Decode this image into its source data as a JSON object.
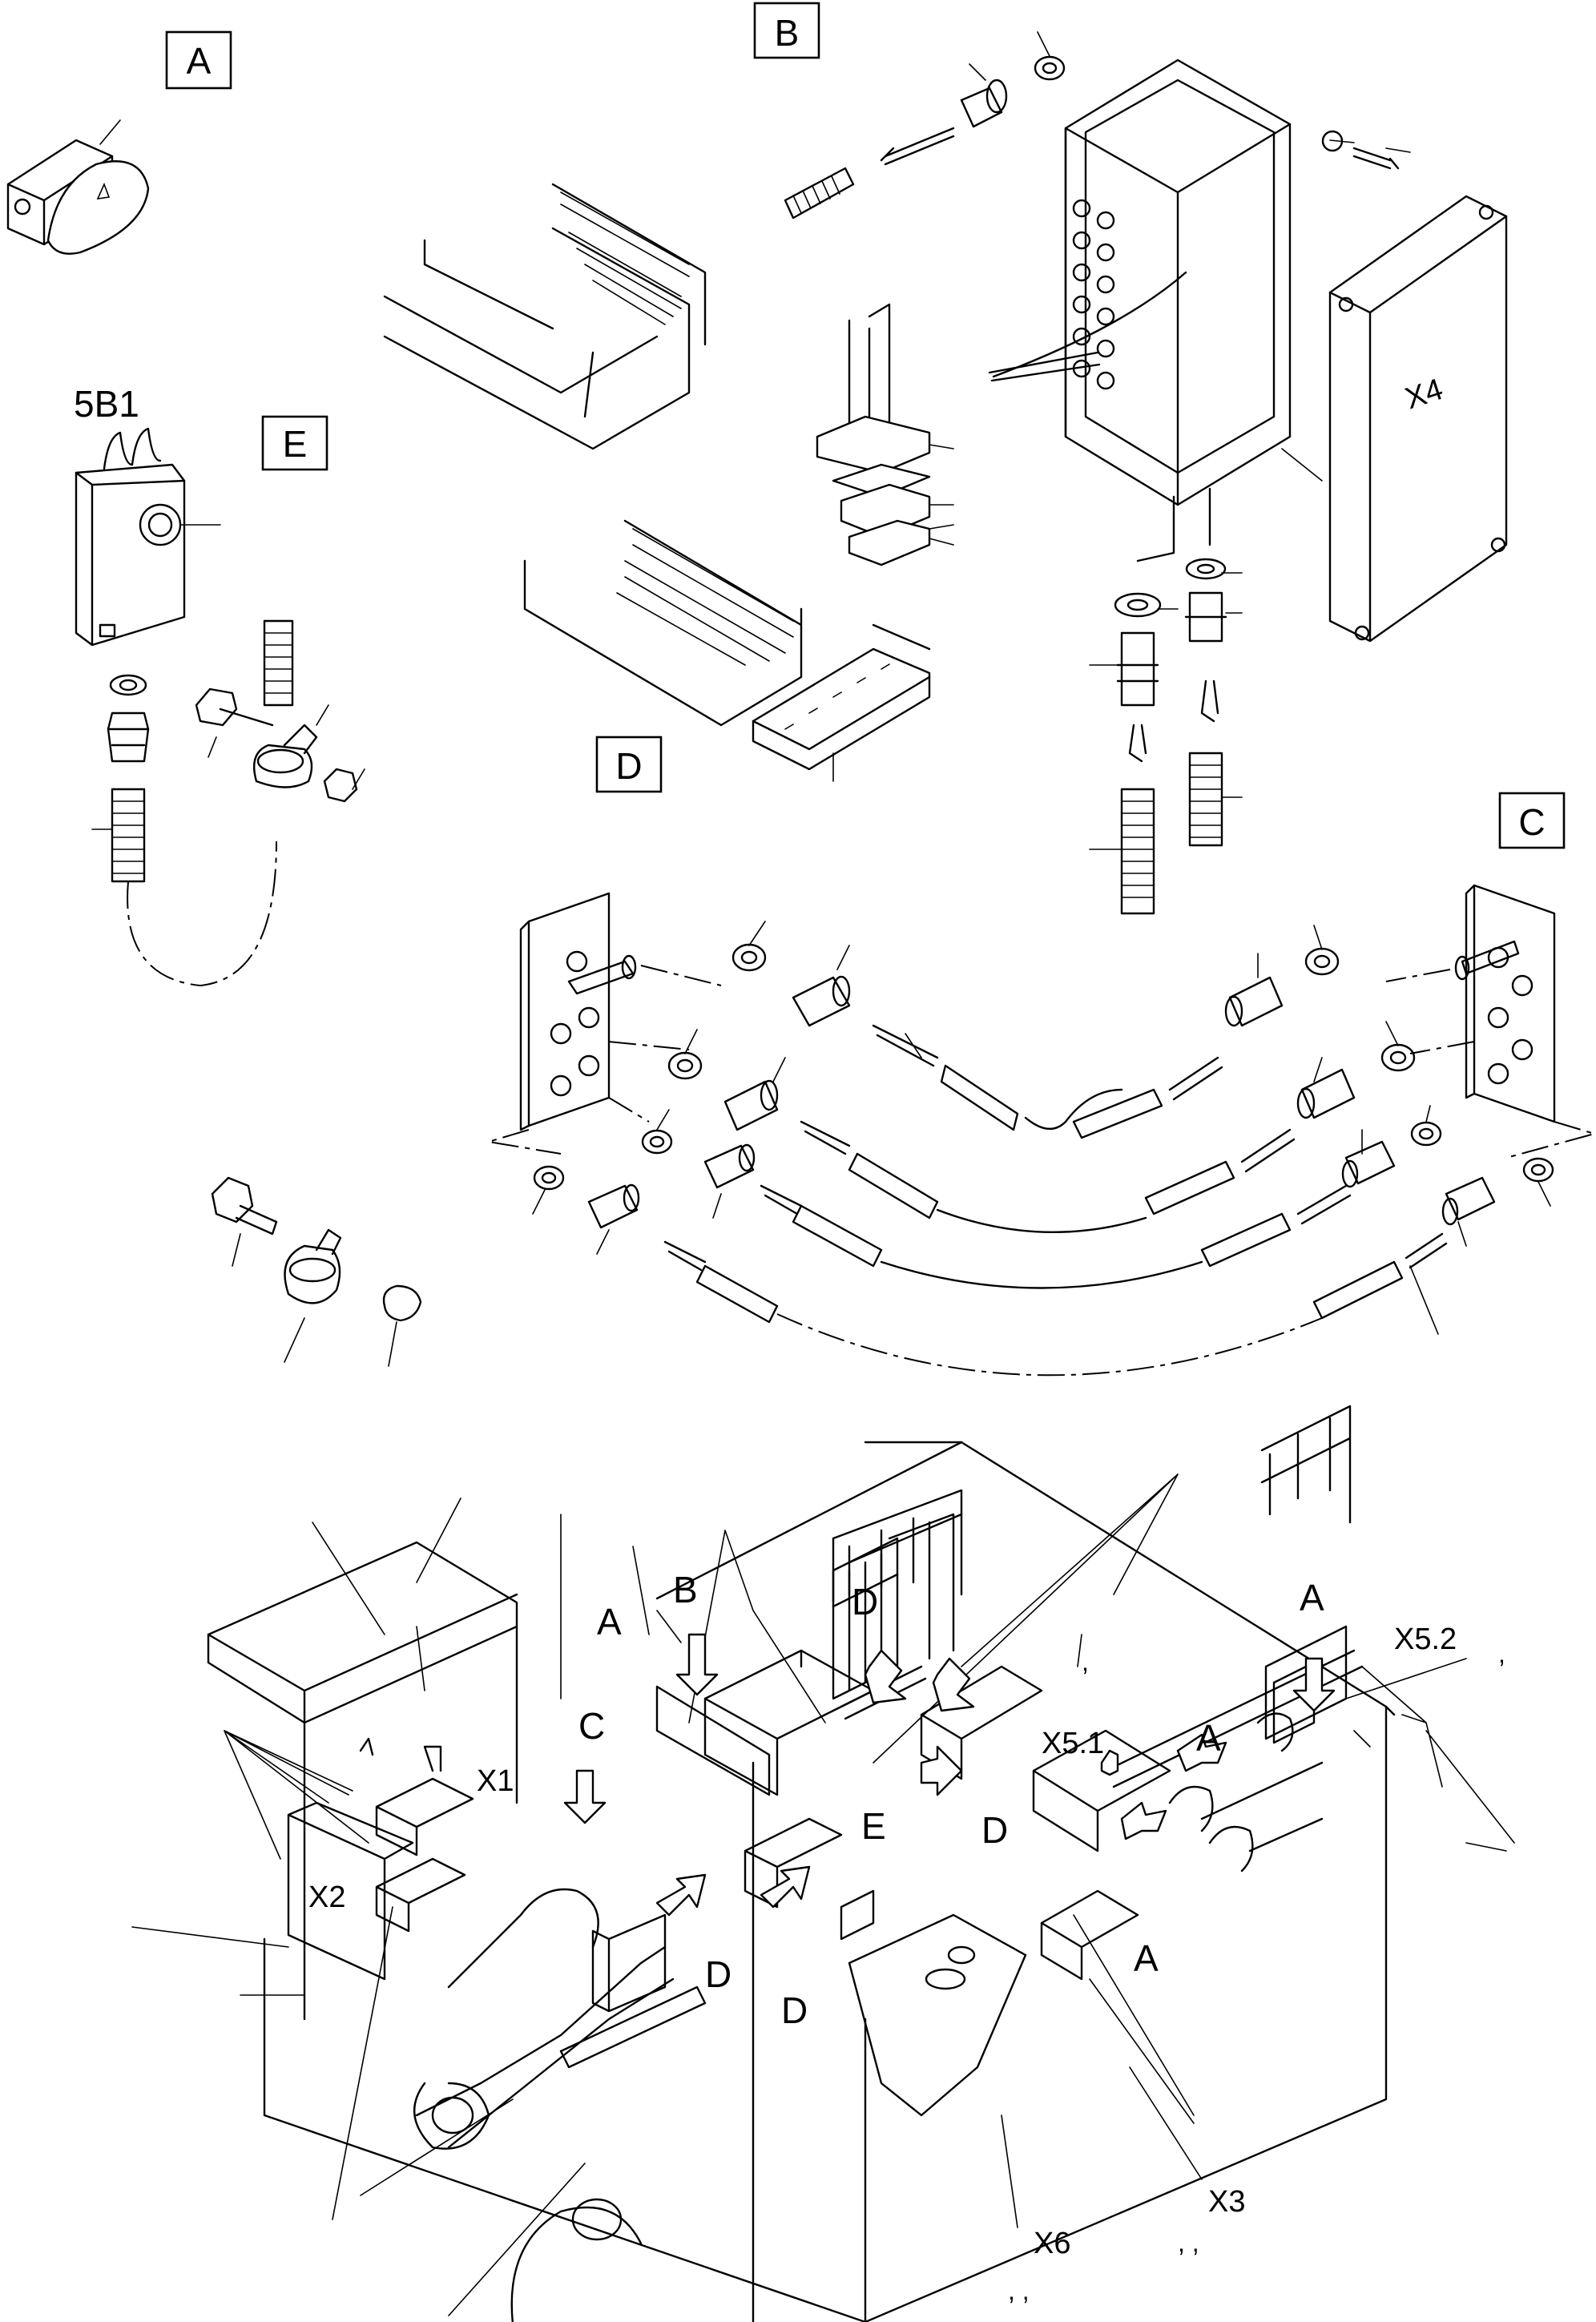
{
  "detail_labels": {
    "A": "A",
    "B": "B",
    "C": "C",
    "D": "D",
    "E": "E"
  },
  "part_labels": {
    "thermostat": "5B1",
    "junction_box": "X4"
  },
  "overview": {
    "callouts_letters": {
      "A_left": "A",
      "B_top": "B",
      "C_left": "C",
      "D_top": "D",
      "A_right_top": "A",
      "A_mid": "A",
      "E_center": "E",
      "D_mid": "D",
      "D_low": "D",
      "D_bottom": "D",
      "A_low": "A"
    },
    "connectors": {
      "X1": "X1",
      "X2": "X2",
      "X3": "X3",
      "X5_1": "X5.1",
      "X5_2": "X5.2",
      "X6": "X6"
    },
    "commas": {
      "c1": ",",
      "c2": ",",
      "c3": ", ,",
      "c4": ", ,"
    }
  }
}
